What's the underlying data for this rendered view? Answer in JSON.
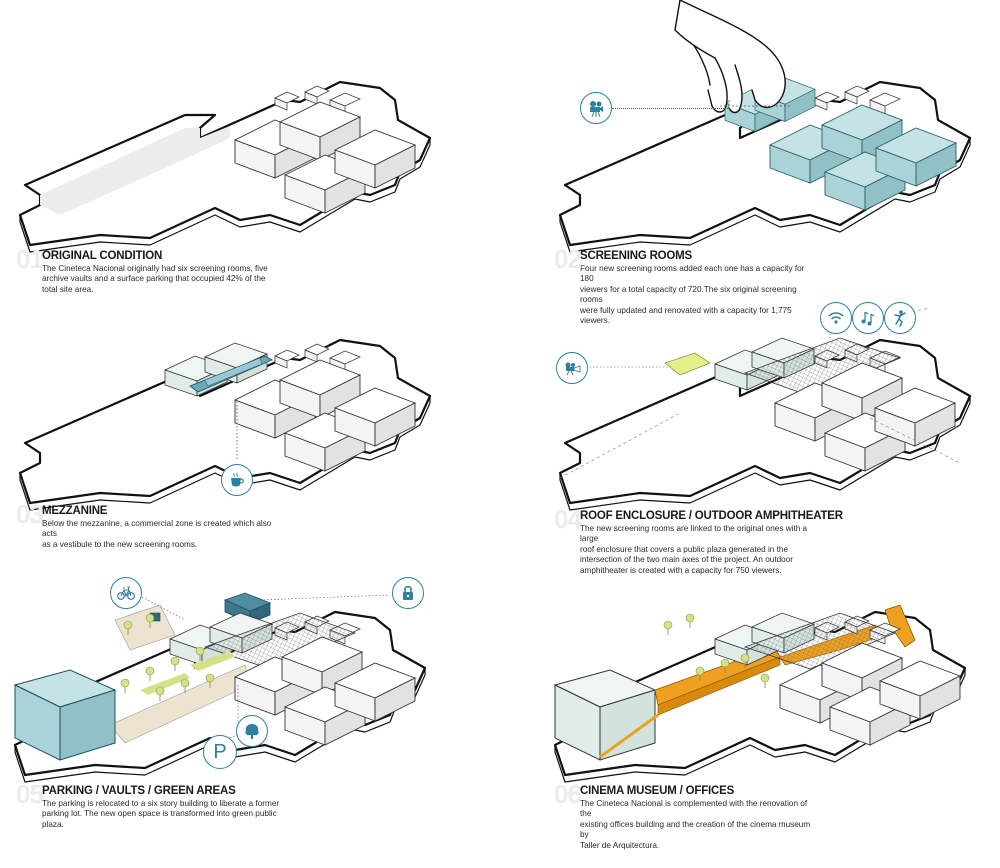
{
  "panels": [
    {
      "number": "01",
      "title": "ORIGINAL CONDITION",
      "lines": [
        "The Cineteca Nacional originally had six screening rooms, five",
        "archive vaults and a surface parking that occupied 42% of the",
        "total site area."
      ]
    },
    {
      "number": "02",
      "title": "SCREENING ROOMS",
      "lines": [
        "Four new screening rooms added each one has a capacity for 180",
        "viewers for a total capacity of 720.The six original screening rooms",
        "were fully updated and renovated with a capacity for 1,775 viewers."
      ]
    },
    {
      "number": "03",
      "title": "MEZZANINE",
      "lines": [
        "Below the mezzanine, a commercial zone is created which also acts",
        "as a vestibule to the new screening rooms."
      ]
    },
    {
      "number": "04",
      "title": "ROOF ENCLOSURE / OUTDOOR AMPHITHEATER",
      "lines": [
        "The new screening rooms are linked to the original ones with a large",
        "roof enclosure that covers a public plaza generated in the",
        "intersection of the two main axes of the project. An outdoor",
        "amphitheater is created with a capacity for 750 viewers."
      ]
    },
    {
      "number": "05",
      "title": "PARKING / VAULTS / GREEN AREAS",
      "lines": [
        "The parking is relocated to a six story building to liberate a former",
        "parking lot. The new open space is transformed into green public",
        "plaza."
      ]
    },
    {
      "number": "06",
      "title": "CINEMA MUSEUM / OFFICES",
      "lines": [
        "The Cineteca Nacional is complemented with the renovation of the",
        "existing offices building and the creation of the cinema museum by",
        "Taller de Arquitectura."
      ]
    }
  ],
  "icons": {
    "parking_letter": "P"
  },
  "colors": {
    "accent_blue": "#2f7fa0",
    "teal_room": "#a9d3d6",
    "orange_museum": "#f0a020",
    "green_area": "#c8d86a",
    "plaza_beige": "#ece4cf"
  }
}
